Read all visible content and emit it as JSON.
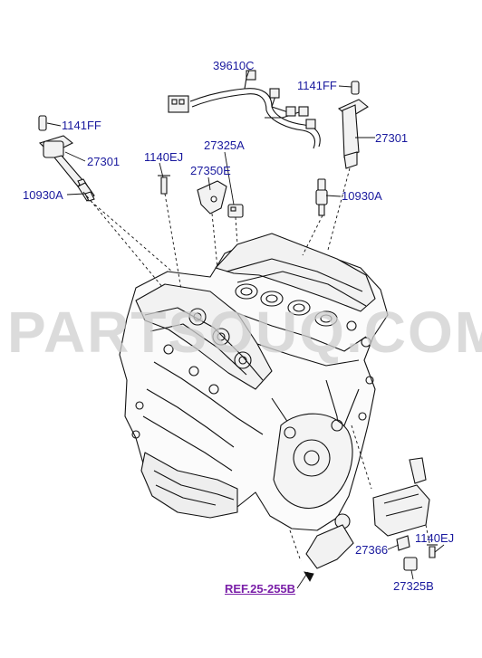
{
  "callouts": {
    "harness": "39610C",
    "bolt_right": "1141FF",
    "bolt_left": "1141FF",
    "coil_left": "27301",
    "coil_right": "27301",
    "bolt_bracket": "1140EJ",
    "connector_a": "27325A",
    "bracket": "27350E",
    "plug_left": "10930A",
    "plug_right": "10930A",
    "bolt_lower": "1140EJ",
    "clip": "27366",
    "connector_b": "27325B"
  },
  "reference": "REF.25-255B",
  "watermark": "PARTSOUQ.COM",
  "colors": {
    "label": "#1a1a9e",
    "reference": "#7a1fa8",
    "line": "#111111"
  }
}
